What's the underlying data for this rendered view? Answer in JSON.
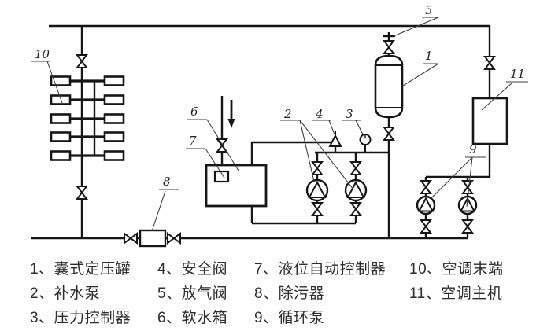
{
  "diagram": {
    "labels": [
      "1",
      "2",
      "3",
      "4",
      "5",
      "6",
      "7",
      "8",
      "9",
      "10",
      "11"
    ],
    "icons": {
      "valve": "gate-valve",
      "pump": "pump-circle-triangle",
      "safety_valve": "safety-valve-triangle",
      "gauge": "pressure-gauge",
      "air_vent": "air-vent-cap",
      "flow_arrow": "down-arrow"
    },
    "colors": {
      "line": "#161616",
      "leader": "#3f3f3f",
      "background": "#ffffff",
      "text": "#2d2d2d"
    }
  },
  "legend": {
    "items": [
      "1、囊式定压罐",
      "2、补水泵",
      "3、压力控制器",
      "4、安全阀",
      "5、放气阀",
      "6、软水箱",
      "7、液位自动控制器",
      "8、除污器",
      "9、循环泵",
      "10、空调末端",
      "11、空调主机"
    ]
  }
}
